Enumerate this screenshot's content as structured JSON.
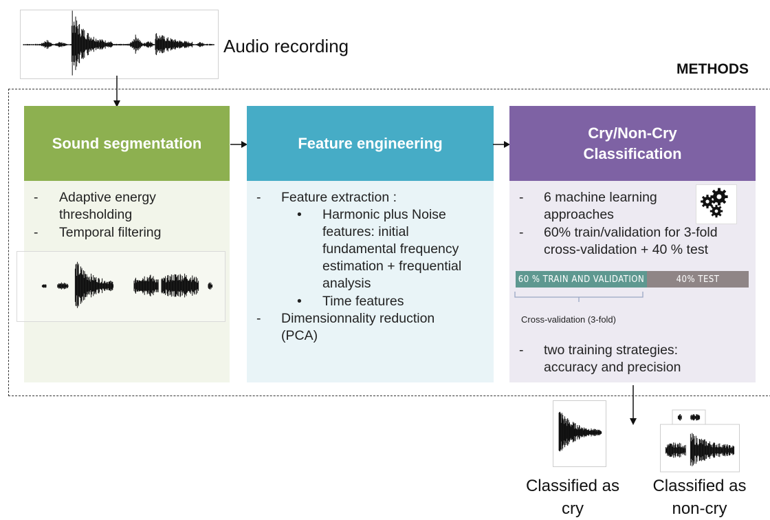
{
  "audio": {
    "label": "Audio recording"
  },
  "methods_label": "METHODS",
  "columns": {
    "segmentation": {
      "title": "Sound segmentation",
      "bullets": [
        "Adaptive energy",
        "thresholding",
        "Temporal filtering"
      ]
    },
    "features": {
      "title": "Feature engineering",
      "lines": [
        "Feature extraction :",
        "Harmonic plus Noise",
        "features: initial",
        "fundamental frequency",
        "estimation + frequential",
        "analysis",
        "Time features",
        "Dimensionnality reduction",
        "(PCA)"
      ]
    },
    "classification": {
      "title_line1": "Cry/Non-Cry",
      "title_line2": "Classification",
      "lines": [
        "6 machine learning",
        "approaches",
        "60% train/validation for 3-fold",
        "cross-validation + 40 % test",
        "two training strategies:",
        "accuracy and precision"
      ],
      "bar_train": "60 % TRAIN AND VALIDATION",
      "bar_test": "40% TEST",
      "cv_label": "Cross-validation (3-fold)"
    }
  },
  "outputs": {
    "cry_line1": "Classified as",
    "cry_line2": "cry",
    "noncry_line1": "Classified as",
    "noncry_line2": "non-cry"
  },
  "colors": {
    "green": "#8DB050",
    "green_bg": "#F2F5EA",
    "teal": "#46ACC6",
    "teal_bg": "#E9F4F7",
    "purple": "#7E62A4",
    "purple_bg": "#EDEAF2",
    "bar_train": "#5E9890",
    "bar_test": "#8F8586"
  }
}
